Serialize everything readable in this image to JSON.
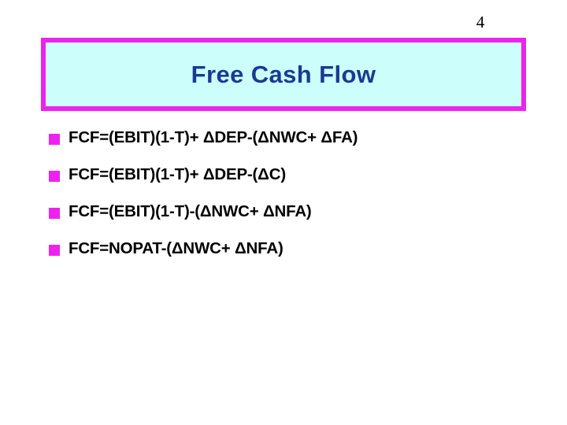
{
  "slide": {
    "page_number": "4",
    "title": "Free Cash Flow",
    "colors": {
      "title_text": "#1a3a93",
      "title_fill": "#ccfffb",
      "border": "#ee22ee",
      "bullet_marker": "#ee22ee",
      "body_text": "#000000",
      "background": "#ffffff"
    },
    "bullets": [
      {
        "marker": "square-bullet",
        "text": "FCF=(EBIT)(1-T)+ ΔDEP-(ΔNWC+ ΔFA)"
      },
      {
        "marker": "square-bullet",
        "text": "FCF=(EBIT)(1-T)+ ΔDEP-(ΔC)"
      },
      {
        "marker": "square-bullet",
        "text": "FCF=(EBIT)(1-T)-(ΔNWC+ ΔNFA)"
      },
      {
        "marker": "square-bullet",
        "text": "FCF=NOPAT-(ΔNWC+ ΔNFA)"
      }
    ]
  }
}
